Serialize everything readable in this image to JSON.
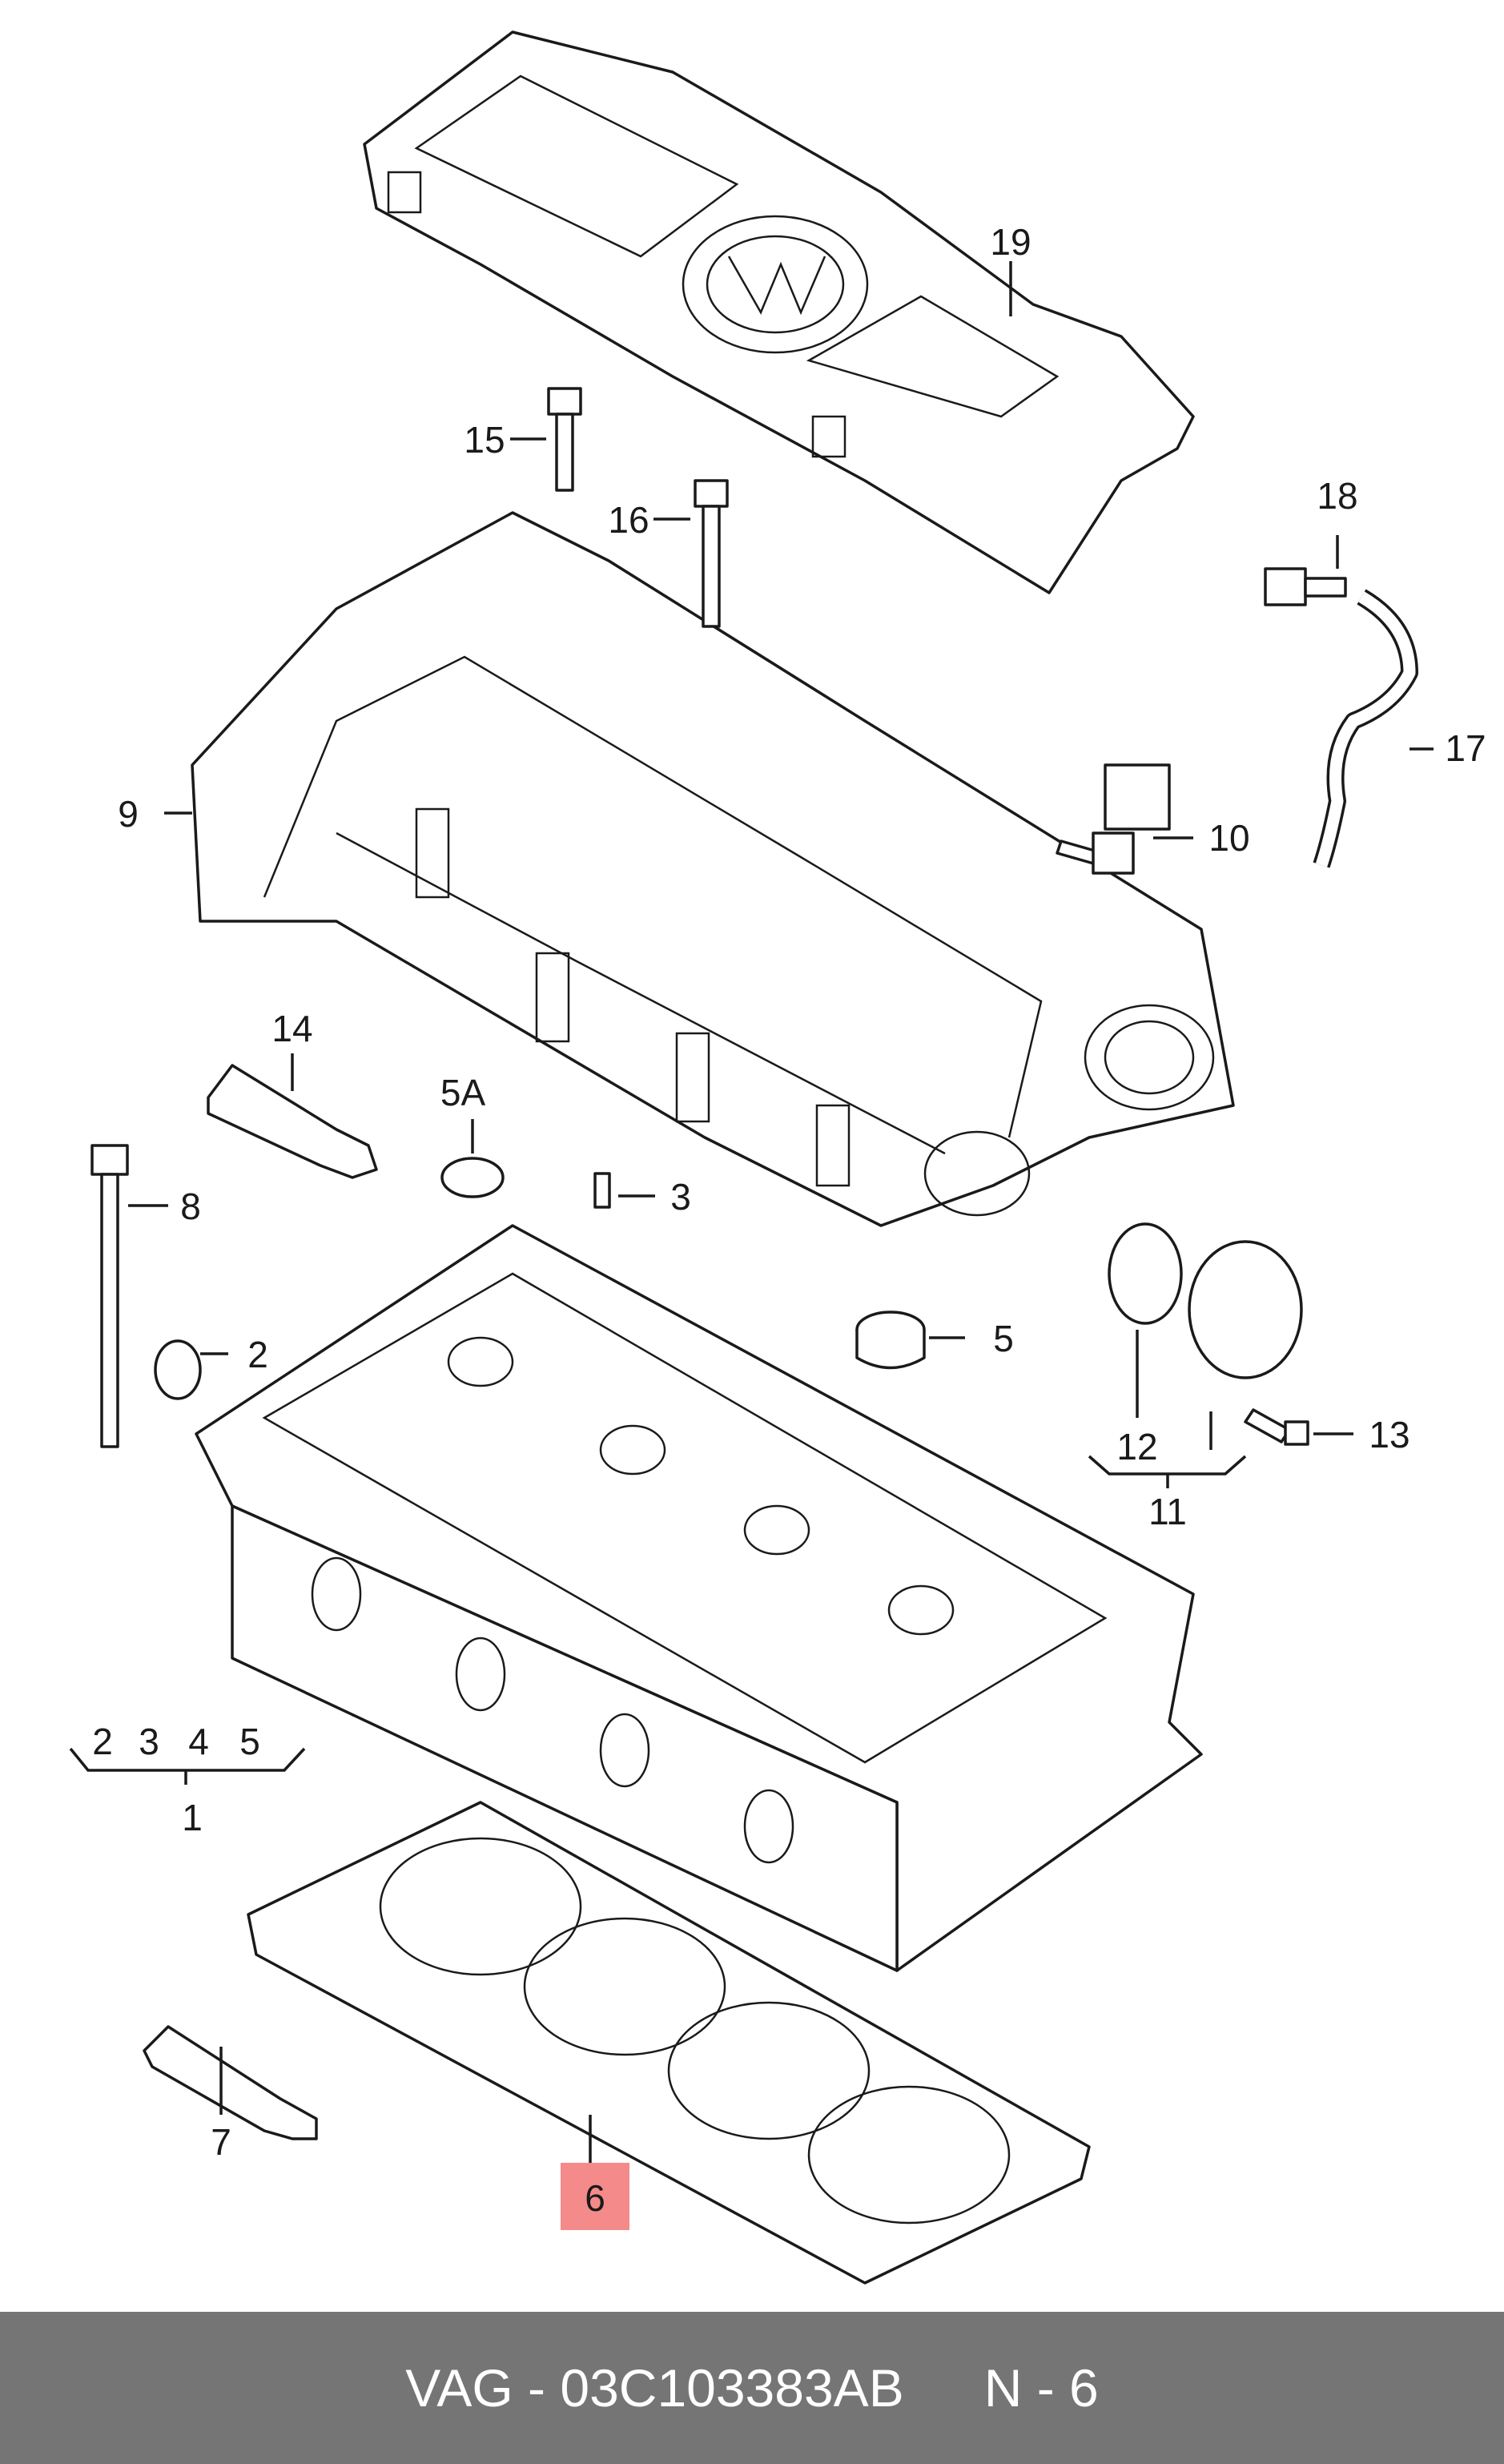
{
  "callouts": {
    "c1": "1",
    "c2": "2",
    "c2b": "2",
    "c3": "3",
    "c3b": "3",
    "c4": "4",
    "c5": "5",
    "c5b": "5",
    "c5a": "5A",
    "c6": "6",
    "c7": "7",
    "c8": "8",
    "c9": "9",
    "c10": "10",
    "c11": "11",
    "c12": "12",
    "c13": "13",
    "c14": "14",
    "c15": "15",
    "c16": "16",
    "c17": "17",
    "c18": "18",
    "c19": "19"
  },
  "highlight": {
    "color": "#f58a8a",
    "callout": "6"
  },
  "footer": {
    "part_text": "VAG - 03C103383AB",
    "ref_text": "N - 6",
    "background": "#757575"
  }
}
